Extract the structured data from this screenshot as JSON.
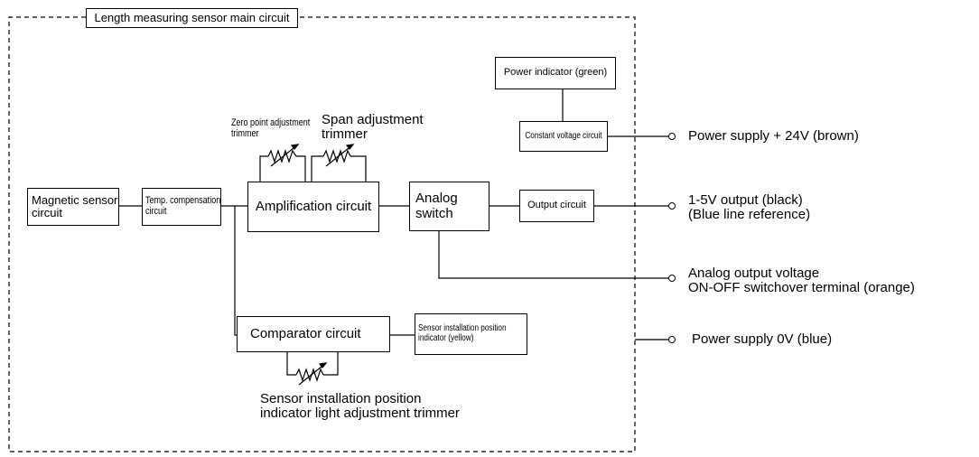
{
  "title": "Length measuring sensor main circuit",
  "blocks": {
    "magnetic_sensor": [
      "Magnetic sensor",
      "circuit"
    ],
    "temp_compensation": [
      "Temp. compensation",
      "circuit"
    ],
    "amplification": "Amplification circuit",
    "analog_switch": [
      "Analog",
      "switch"
    ],
    "output_circuit": "Output circuit",
    "power_indicator": "Power indicator (green)",
    "constant_voltage": "Constant voltage circuit",
    "comparator": "Comparator circuit",
    "sensor_position_indicator": [
      "Sensor installation position",
      "indicator (yellow)"
    ]
  },
  "trimmers": {
    "zero_point": [
      "Zero point adjustment",
      "trimmer"
    ],
    "span": [
      "Span adjustment",
      "trimmer"
    ],
    "sensor_light": [
      "Sensor installation position",
      "indicator light adjustment trimmer"
    ]
  },
  "terminals": {
    "power_24v": "Power supply + 24V (brown)",
    "output_1_5v": [
      "1-5V output (black)",
      "(Blue line reference)"
    ],
    "analog_switchover": [
      "Analog output voltage",
      "ON-OFF switchover terminal (orange)"
    ],
    "power_0v": "Power supply 0V (blue)"
  }
}
